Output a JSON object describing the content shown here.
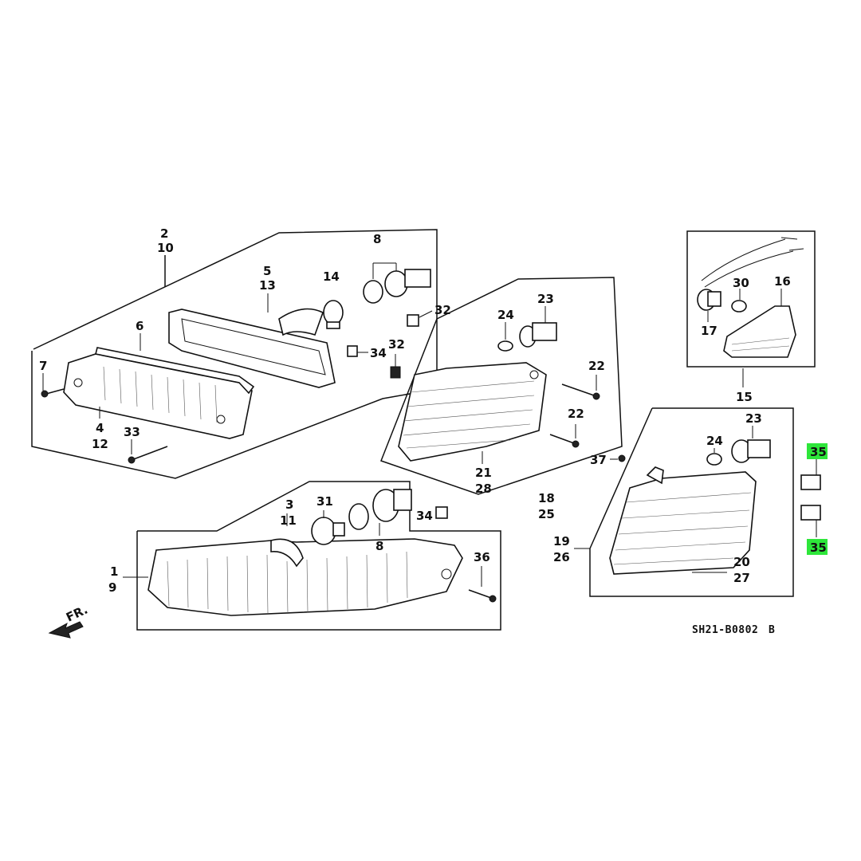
{
  "diagram": {
    "code": "SH21-B0802",
    "code_suffix": "B",
    "direction_label": "FR.",
    "labels": {
      "l2": "2",
      "l10": "10",
      "l8a": "8",
      "l5": "5",
      "l13": "13",
      "l14": "14",
      "l6": "6",
      "l7": "7",
      "l4": "4",
      "l12": "12",
      "l33": "33",
      "l32a": "32",
      "l34a": "34",
      "l32b": "32",
      "l24a": "24",
      "l23a": "23",
      "l22a": "22",
      "l22b": "22",
      "l21": "21",
      "l28": "28",
      "l18": "18",
      "l25": "25",
      "l37": "37",
      "l30": "30",
      "l16": "16",
      "l17": "17",
      "l15": "15",
      "l23b": "23",
      "l24b": "24",
      "l35a": "35",
      "l35b": "35",
      "l19": "19",
      "l26": "26",
      "l20": "20",
      "l27": "27",
      "l3": "3",
      "l11": "11",
      "l31": "31",
      "l8b": "8",
      "l34b": "34",
      "l36": "36",
      "l1": "1",
      "l9": "9"
    },
    "highlight_color": "#2ee63a"
  }
}
